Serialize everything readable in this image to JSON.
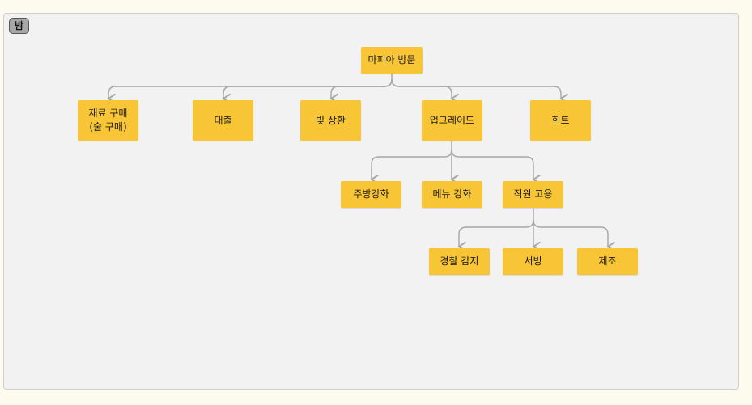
{
  "section": {
    "label": "밤"
  },
  "nodes": {
    "root": "마피아 방문",
    "ingredients": "재료 구매\n(술 구매)",
    "loan": "대출",
    "debt": "빚 상환",
    "upgrade": "업그레이드",
    "hint": "힌트",
    "kitchen": "주방강화",
    "menu": "메뉴 강화",
    "hire": "직원 고용",
    "police": "경찰 감지",
    "serving": "서빙",
    "craft": "제조"
  },
  "colors": {
    "node": "#f8c537",
    "edge": "#a6a6a6",
    "panel": "#f2f2f2",
    "page": "#fdfbee"
  }
}
